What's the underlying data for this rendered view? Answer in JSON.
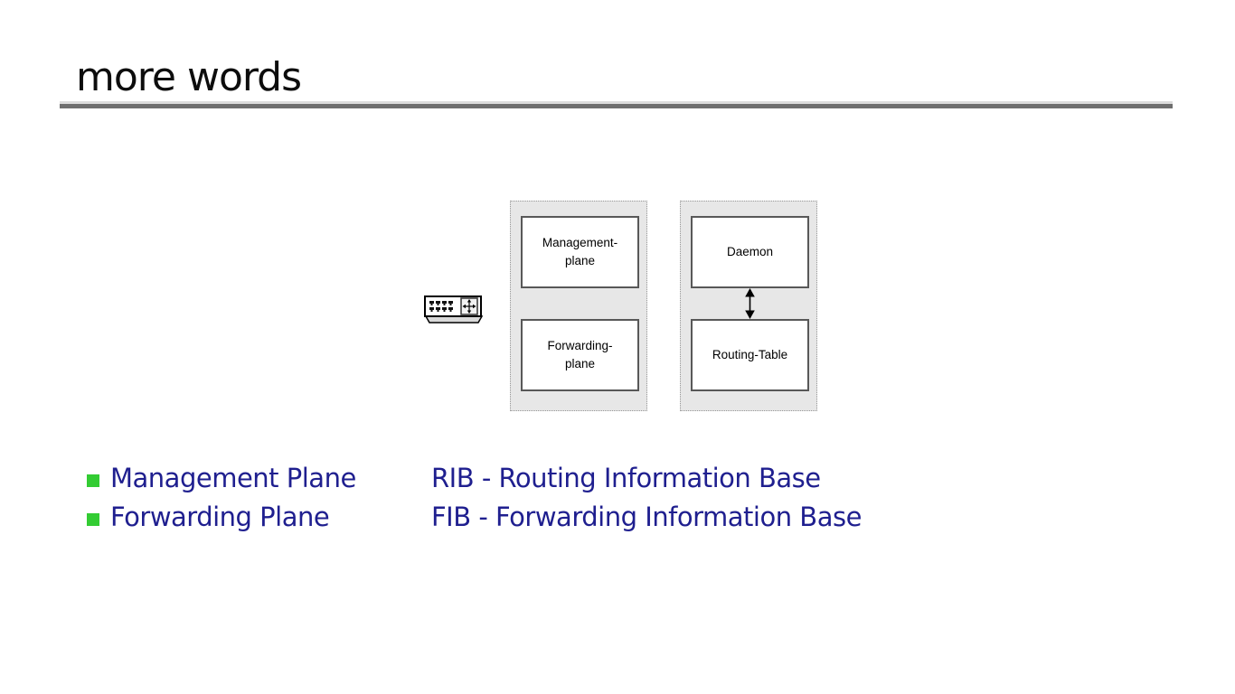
{
  "slide": {
    "title": "more words"
  },
  "diagram": {
    "router_icon": "router-switch-device",
    "left_group": {
      "boxes": [
        {
          "label": "Management-plane",
          "lines": [
            "Management-",
            "plane"
          ]
        },
        {
          "label": "Forwarding-plane",
          "lines": [
            "Forwarding-",
            "plane"
          ]
        }
      ]
    },
    "right_group": {
      "boxes": [
        {
          "label": "Daemon"
        },
        {
          "label": "Routing-Table"
        }
      ],
      "connector": "double-headed-vertical-arrow"
    }
  },
  "bullets": [
    {
      "label": "Management Plane",
      "definition": "RIB - Routing Information Base"
    },
    {
      "label": "Forwarding Plane",
      "definition": "FIB - Forwarding Information Base"
    }
  ],
  "colors": {
    "bullet_green": "#33cc33",
    "text_navy": "#1f1f8f",
    "group_background": "#e7e7e7",
    "rule_dark_gray": "#6e6e6e",
    "rule_light_gray": "#dcdcdc",
    "box_border": "#585858"
  }
}
